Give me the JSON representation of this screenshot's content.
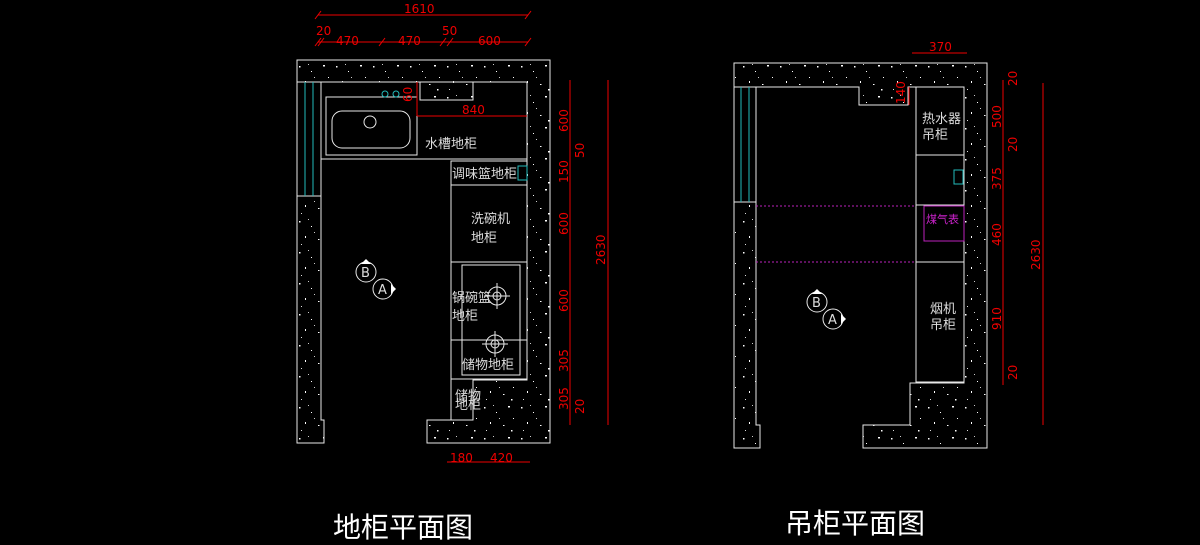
{
  "floor_plan": {
    "title": "地柜平面图",
    "top_dims": {
      "total": "1610",
      "segments": [
        "20",
        "470",
        "470",
        "50",
        "600"
      ]
    },
    "inner_dims": {
      "sink_depth": "60",
      "width": "840"
    },
    "right_dims": [
      "600",
      "50",
      "150",
      "600",
      "600",
      "305",
      "305",
      "20"
    ],
    "total_height": "2630",
    "bottom_dims": [
      "180",
      "420"
    ],
    "cabinets": {
      "sink": "水槽地柜",
      "seasoning": "调味篮地柜",
      "dishwasher_l1": "洗碗机",
      "dishwasher_l2": "地柜",
      "pot_l1": "锅碗篮",
      "pot_l2": "地柜",
      "storage": "储物地柜",
      "small_storage_l1": "储物",
      "small_storage_l2": "地柜"
    },
    "markers": [
      "B",
      "A"
    ]
  },
  "wall_plan": {
    "title": "吊柜平面图",
    "top_dim": "370",
    "notch_dim": "140",
    "right_dims": [
      "20",
      "500",
      "20",
      "375",
      "460",
      "910",
      "20"
    ],
    "total_height": "2630",
    "cabinets": {
      "heater_l1": "热水器",
      "heater_l2": "吊柜",
      "gas_meter": "煤气表",
      "hood_l1": "烟机",
      "hood_l2": "吊柜"
    },
    "markers": [
      "B",
      "A"
    ]
  },
  "colors": {
    "dimension": "#ee0000",
    "line": "#e8e8e8",
    "gas": "#bb22bb",
    "fixture": "#22bbbb"
  }
}
